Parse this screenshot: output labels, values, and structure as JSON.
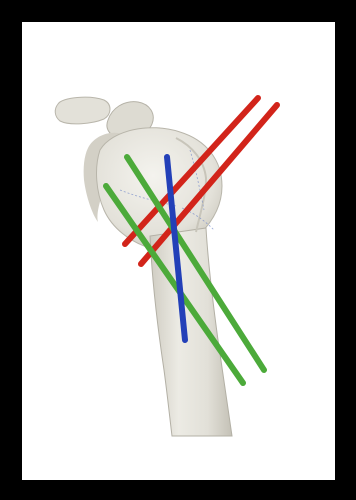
{
  "image": {
    "subject": "proximal-humerus-with-scapula-fragment",
    "colors": {
      "frame": "#000000",
      "background": "#ffffff",
      "bone": "#e4e2da",
      "bone_shadow": "#c9c6bb",
      "bone_highlight": "#f3f2ec",
      "red_line": "#d2241a",
      "green_line": "#4caa3a",
      "blue_line": "#2340b8",
      "fracture_marks": "#6f86c8"
    },
    "overlay_lines": [
      {
        "color": "red",
        "count": 2
      },
      {
        "color": "green",
        "count": 2
      },
      {
        "color": "blue",
        "count": 1
      }
    ]
  }
}
